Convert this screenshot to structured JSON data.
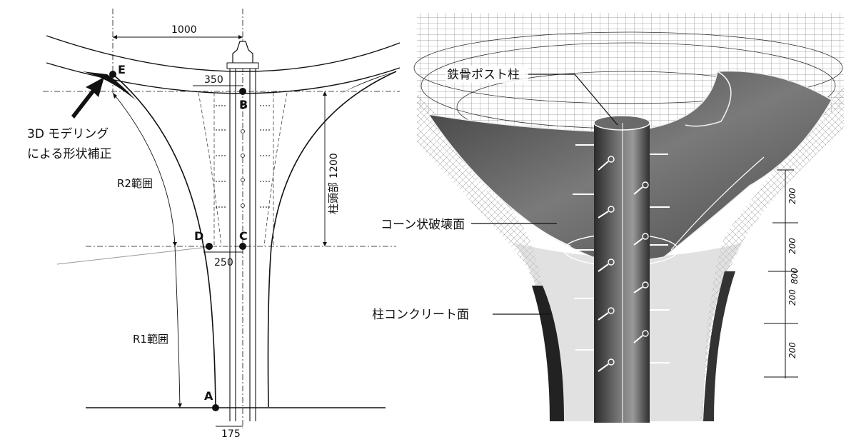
{
  "left_drawing": {
    "dims": {
      "top_width": "1000",
      "head_offset": "350",
      "head_height": "1200",
      "mid_width": "250",
      "base_width": "175"
    },
    "points": {
      "A": "A",
      "B": "B",
      "C": "C",
      "D": "D",
      "E": "E"
    },
    "labels": {
      "head_label": "柱頭部",
      "r1_range": "R1範囲",
      "r2_range": "R2範囲",
      "correction_line1": "3D モデリング",
      "correction_line2": "による形状補正"
    }
  },
  "right_render": {
    "callouts": {
      "steel_post": "鉄骨ポスト柱",
      "cone_failure": "コーン状破壊面",
      "column_concrete": "柱コンクリート面"
    },
    "vertical_dims": [
      "200",
      "200",
      "200",
      "200"
    ],
    "total_dim": "800"
  },
  "colors": {
    "line": "#111111",
    "render_dark": "#3a3a3a",
    "render_mid": "#8c8c8c",
    "render_light": "#d9d9d9"
  }
}
